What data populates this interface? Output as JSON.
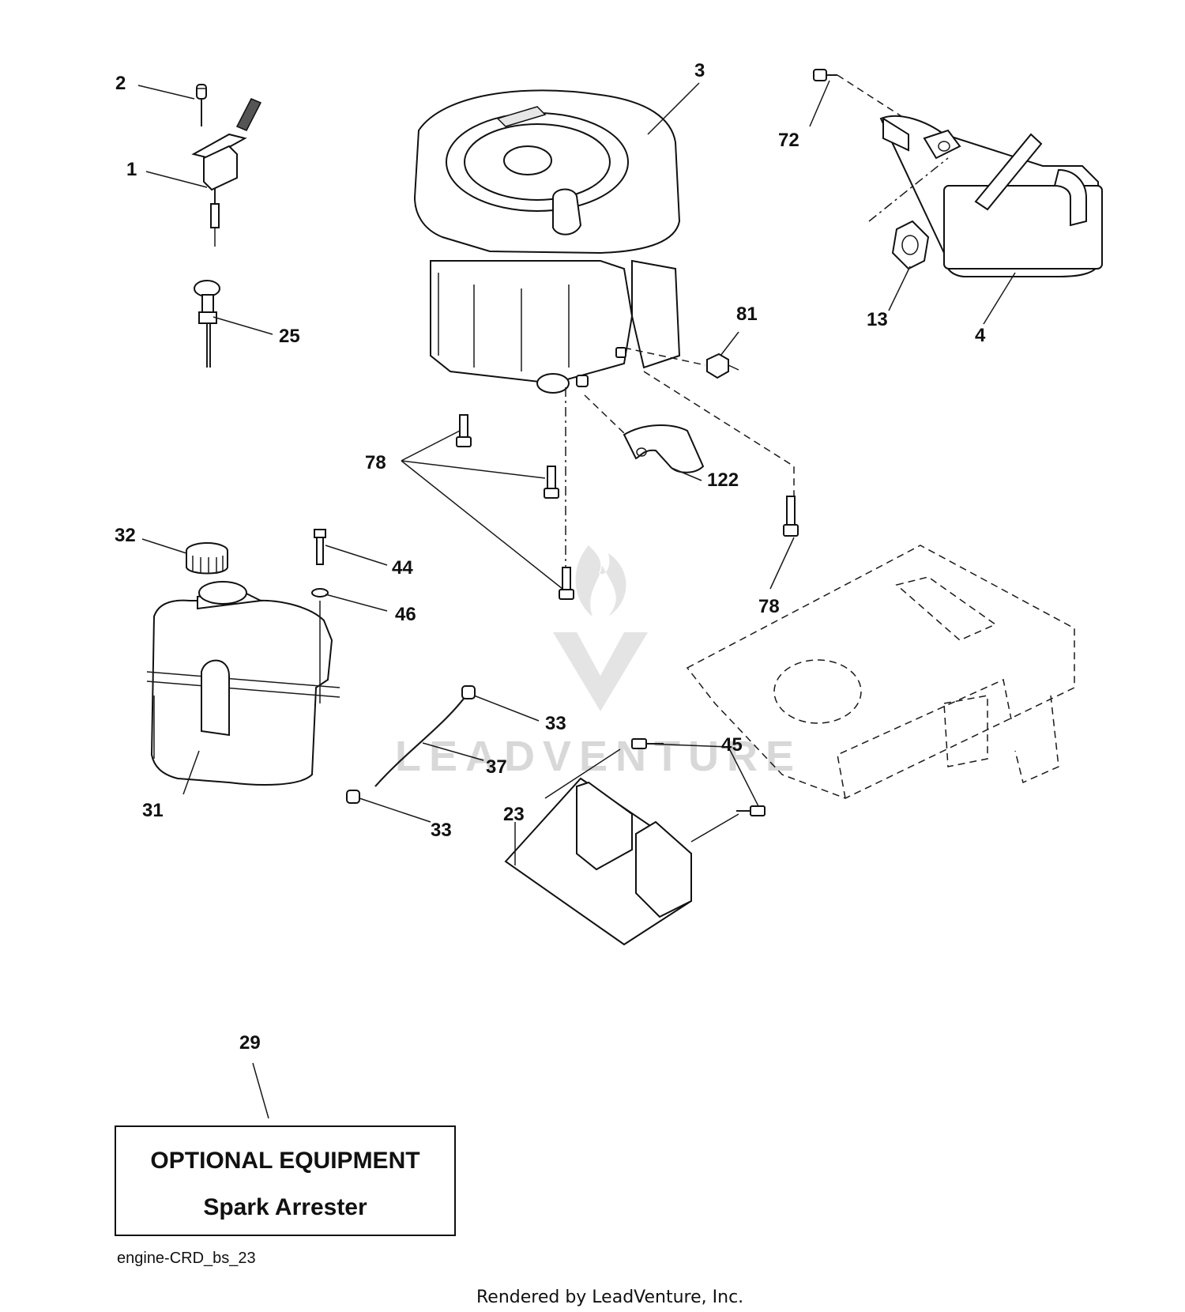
{
  "callouts": [
    {
      "id": "c2",
      "text": "2"
    },
    {
      "id": "c1",
      "text": "1"
    },
    {
      "id": "c25",
      "text": "25"
    },
    {
      "id": "c3",
      "text": "3"
    },
    {
      "id": "c72",
      "text": "72"
    },
    {
      "id": "c13",
      "text": "13"
    },
    {
      "id": "c4",
      "text": "4"
    },
    {
      "id": "c81",
      "text": "81"
    },
    {
      "id": "c78a",
      "text": "78"
    },
    {
      "id": "c122",
      "text": "122"
    },
    {
      "id": "c78b",
      "text": "78"
    },
    {
      "id": "c32",
      "text": "32"
    },
    {
      "id": "c44",
      "text": "44"
    },
    {
      "id": "c46",
      "text": "46"
    },
    {
      "id": "c31",
      "text": "31"
    },
    {
      "id": "c33a",
      "text": "33"
    },
    {
      "id": "c37",
      "text": "37"
    },
    {
      "id": "c33b",
      "text": "33"
    },
    {
      "id": "c45",
      "text": "45"
    },
    {
      "id": "c23",
      "text": "23"
    },
    {
      "id": "c29",
      "text": "29"
    }
  ],
  "optional_box": {
    "title": "OPTIONAL EQUIPMENT",
    "subtitle": "Spark Arrester"
  },
  "diagram_code": "engine-CRD_bs_23",
  "footer_text": "Rendered by LeadVenture, Inc.",
  "watermark_text": "LEADVENTURE"
}
